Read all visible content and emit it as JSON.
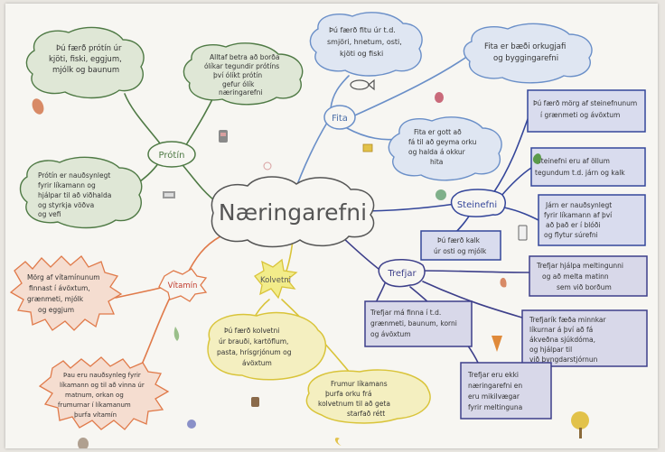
{
  "center": {
    "title": "Næringarefni"
  },
  "branches": {
    "protin": "Prótín",
    "fita": "Fita",
    "steinefni": "Steinefni",
    "trefjar": "Trefjar",
    "kolvetni": "Kolvetni",
    "vitamin": "Vítamín"
  },
  "notes": {
    "protin_sources": [
      "Þú færð prótín úr",
      "kjöti, fiski, eggjum,",
      "mjólk og baunum"
    ],
    "protin_variety": [
      "Alltaf betra að borða",
      "ólíkar tegundir prótíns",
      "því ólíkt prótín",
      "gefur ólík",
      "næringarefni"
    ],
    "protin_needed": [
      "Prótín er nauðsynlegt",
      "fyrir líkamann og",
      "hjálpar til að viðhalda",
      "og styrkja vöðva",
      "og vefi"
    ],
    "fita_sources": [
      "Þú færð fitu úr t.d.",
      "smjöri, hnetum, osti,",
      "kjöti og fiski"
    ],
    "fita_vitamins": [
      "Fita er bæði orkugjafi",
      "og byggingarefni"
    ],
    "fita_energy": [
      "Fita er gott að",
      "fá til að geyma orku",
      "og halda á okkur",
      "hita"
    ],
    "steinefni_sources": [
      "Þú færð mörg af steinefnunum",
      "í grænmeti og ávöxtum"
    ],
    "steinefni_types": [
      "Steinefni eru af öllum",
      "tegundum t.d. járn og kalk"
    ],
    "steinefni_iron": [
      "Járn er nauðsynlegt",
      "fyrir líkamann af því",
      "að það er í blóði",
      "og flytur súrefni"
    ],
    "steinefni_calcium": [
      "Þú færð kalk",
      "úr osti og mjólk"
    ],
    "trefjar_digest": [
      "Trefjar hjálpa meltingunni",
      "og að melta matinn",
      "sem við borðum"
    ],
    "trefjar_sources": [
      "Trefjar má finna í t.d.",
      "grænmeti, baunum, korni",
      "og ávöxtum"
    ],
    "trefjar_full": [
      "Trefjarík fæða minnkar",
      "líkurnar á því að fá",
      "ákveðna sjúkdóma,",
      "og hjálpar til",
      "við þyngdarstjórnun"
    ],
    "trefjar_energy": [
      "Trefjar eru ekki",
      "næringarefni en",
      "eru mikilvægar",
      "fyrir meltinguna"
    ],
    "kolvetni_sources": [
      "Þú færð kolvetni",
      "úr brauði, kartöflum,",
      "pasta, hrísgrjónum og",
      "ávöxtum"
    ],
    "kolvetni_energy": [
      "Frumur líkamans",
      "þurfa orku frá",
      "kolvetnum til að geta",
      "starfað rétt"
    ],
    "vitamin_sources": [
      "Mörg af vítamínunum",
      "finnast í ávöxtum,",
      "grænmeti, mjólk",
      "og eggjum"
    ],
    "vitamin_needed": [
      "Þau eru nauðsynleg fyrir",
      "líkamann og til að vinna úr",
      "matnum, orkan og",
      "frumurnar í líkamanum",
      "þurfa vítamín"
    ]
  },
  "colors": {
    "protin": "#4f7a45",
    "fita": "#6a8fc8",
    "steinefni": "#34469a",
    "trefjar": "#3d3f8a",
    "kolvetni": "#d9c43a",
    "vitamin": "#e07a4a",
    "center": "#555555"
  },
  "icons": [
    "bean-icon",
    "meat-icon",
    "fish-icon",
    "cheese-icon",
    "egg-icon",
    "leaf-icon",
    "milk-icon",
    "drop-icon",
    "carrot-icon",
    "tree-icon",
    "bread-icon",
    "broccoli-icon",
    "moon-icon"
  ]
}
